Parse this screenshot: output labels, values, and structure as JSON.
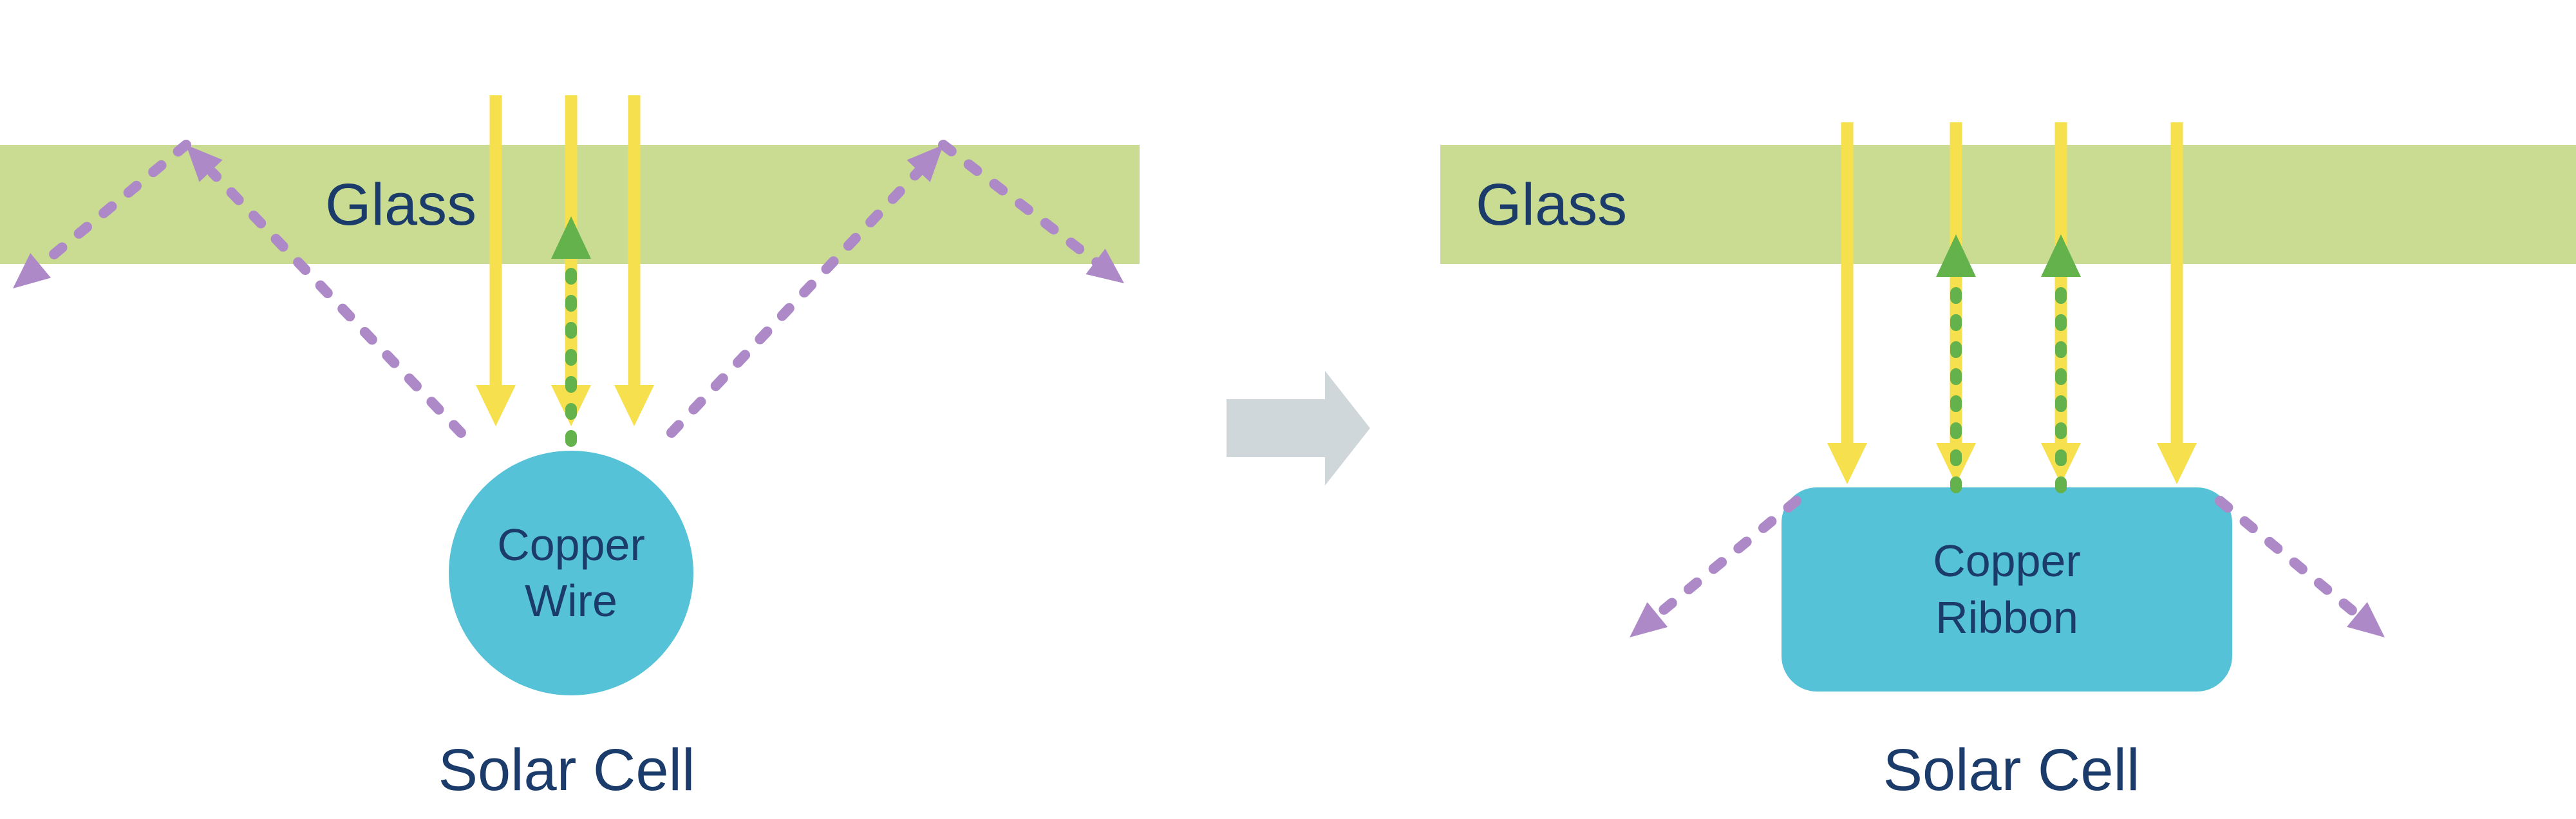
{
  "figure": {
    "left_panel": {
      "glass_label": "Glass",
      "component_line1": "Copper",
      "component_line2": "Wire",
      "cell_label": "Solar Cell"
    },
    "right_panel": {
      "glass_label": "Glass",
      "component_line1": "Copper",
      "component_line2": "Ribbon",
      "cell_label": "Solar Cell"
    },
    "icons": {
      "sunlight_arrow": "solid yellow downward arrow",
      "reflected_arrow": "green dashed upward arrow",
      "lost_light_arrow": "purple dashed bouncing arrow",
      "transition_arrow": "gray right-pointing block arrow"
    }
  },
  "colors": {
    "background": "#ffffff",
    "glass-green": "#c9dc92",
    "arrow-yellow": "#f7e04e",
    "arrow-green": "#63b24b",
    "arrow-purple": "#ad89c8",
    "copper-blue": "#56c2d8",
    "text-navy": "#1b3c6a",
    "transition-gray": "#d0d7da"
  }
}
